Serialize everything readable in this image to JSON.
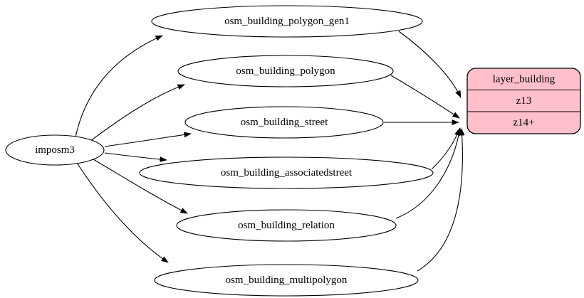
{
  "diagram": {
    "type": "etl-graph",
    "source_node": {
      "label": "imposm3"
    },
    "table_nodes": [
      {
        "label": "osm_building_polygon_gen1"
      },
      {
        "label": "osm_building_polygon"
      },
      {
        "label": "osm_building_street"
      },
      {
        "label": "osm_building_associatedstreet"
      },
      {
        "label": "osm_building_relation"
      },
      {
        "label": "osm_building_multipolygon"
      }
    ],
    "layer_node": {
      "title": "layer_building",
      "rows": [
        "z13",
        "z14+"
      ]
    },
    "edges": [
      {
        "from": "imposm3",
        "to": "osm_building_polygon_gen1"
      },
      {
        "from": "imposm3",
        "to": "osm_building_polygon"
      },
      {
        "from": "imposm3",
        "to": "osm_building_street"
      },
      {
        "from": "imposm3",
        "to": "osm_building_associatedstreet"
      },
      {
        "from": "imposm3",
        "to": "osm_building_relation"
      },
      {
        "from": "imposm3",
        "to": "osm_building_multipolygon"
      },
      {
        "from": "osm_building_polygon_gen1",
        "to": "layer_building.z13"
      },
      {
        "from": "osm_building_polygon",
        "to": "layer_building.z14+"
      },
      {
        "from": "osm_building_street",
        "to": "layer_building.z14+"
      },
      {
        "from": "osm_building_associatedstreet",
        "to": "layer_building.z14+"
      },
      {
        "from": "osm_building_relation",
        "to": "layer_building.z14+"
      },
      {
        "from": "osm_building_multipolygon",
        "to": "layer_building.z14+"
      }
    ],
    "colors": {
      "layer_fill": "#ffc0cb",
      "stroke": "#000000",
      "background": "#ffffff"
    }
  }
}
